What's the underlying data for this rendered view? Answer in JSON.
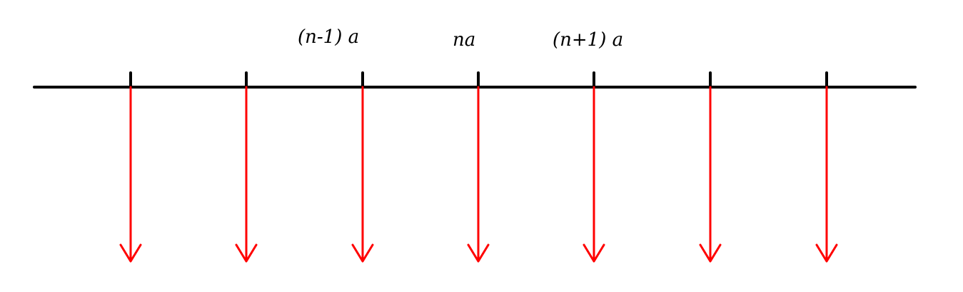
{
  "diagram": {
    "labels": [
      "(n-1) a",
      "na",
      "(n+1) a"
    ],
    "colors": {
      "axis": "#000000",
      "ticks": "#000000",
      "arrows": "#ff0000",
      "labels": "#000000"
    },
    "tick_count": 7,
    "arrow_count": 7,
    "arrow_direction": "down"
  }
}
